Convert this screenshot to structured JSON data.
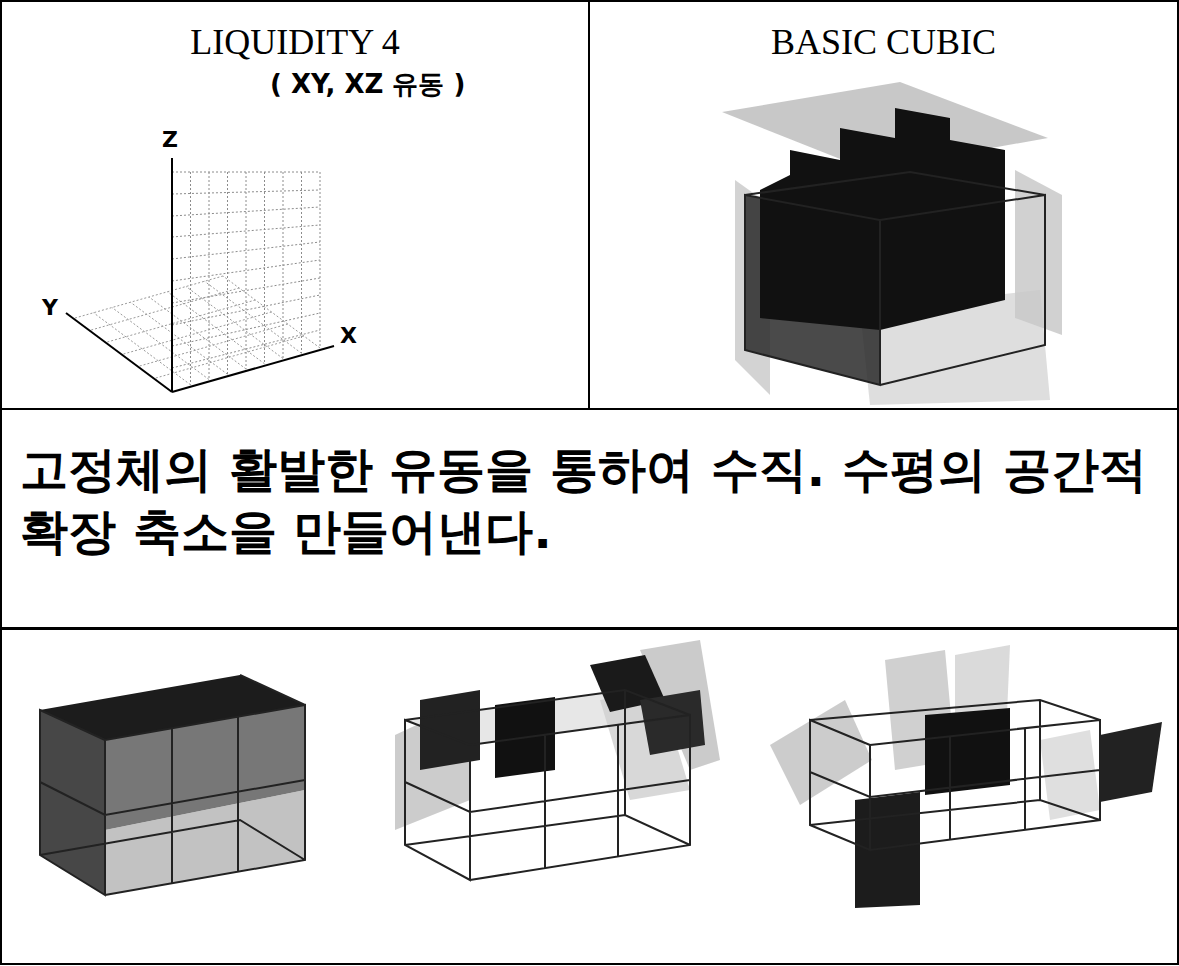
{
  "diagram": {
    "nodes": [
      {
        "text": [
          "LIQUIDITY 4",
          "( XY, XZ 유동 )"
        ]
      },
      {
        "text": [
          "BASIC CUBIC"
        ]
      },
      {
        "text": [
          "고정체의 활발한 유동을 통하여 수직. 수평의 공간적 확장 축소을 만들어낸다."
        ]
      }
    ],
    "labels": [
      "Z",
      "Y",
      "X"
    ]
  }
}
